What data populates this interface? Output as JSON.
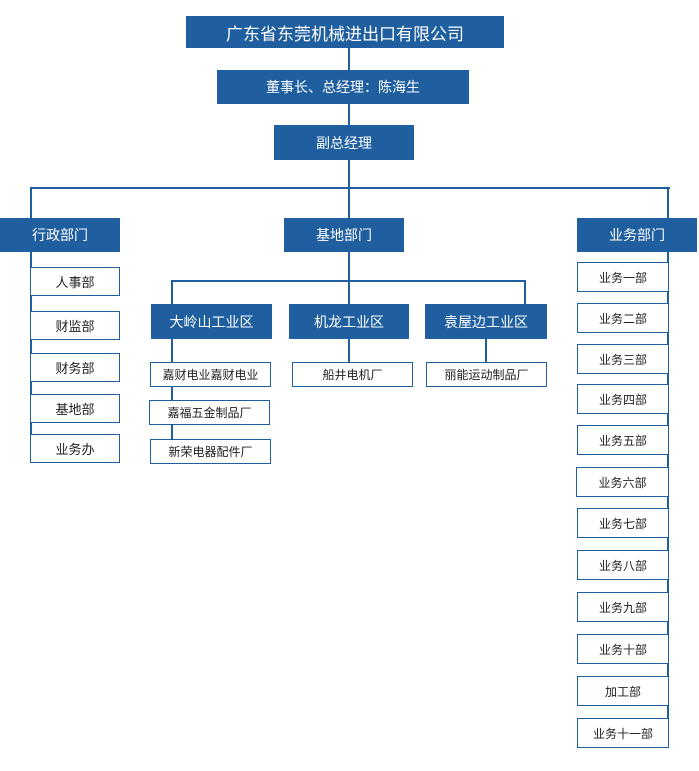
{
  "company": "广东省东莞机械进出口有限公司",
  "chairman": "董事长、总经理：陈海生",
  "deputy": "副总经理",
  "departments": {
    "admin": {
      "title": "行政部门",
      "items": [
        "人事部",
        "财监部",
        "财务部",
        "基地部",
        "业务办"
      ]
    },
    "base": {
      "title": "基地部门",
      "zones": [
        {
          "title": "大岭山工业区",
          "items": [
            "嘉财电业嘉财电业",
            "嘉福五金制品厂",
            "新荣电器配件厂"
          ]
        },
        {
          "title": "机龙工业区",
          "items": [
            "船井电机厂"
          ]
        },
        {
          "title": "袁屋边工业区",
          "items": [
            "丽能运动制品厂"
          ]
        }
      ]
    },
    "business": {
      "title": "业务部门",
      "items": [
        "业务一部",
        "业务二部",
        "业务三部",
        "业务四部",
        "业务五部",
        "业务六部",
        "业务七部",
        "业务八部",
        "业务九部",
        "业务十部",
        "加工部",
        "业务十一部"
      ]
    }
  },
  "colors": {
    "primary": "#1f5fa0",
    "box_bg": "#ffffff"
  }
}
